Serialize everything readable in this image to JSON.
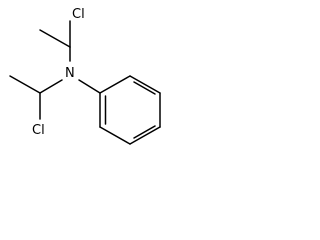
{
  "molecule": {
    "atoms": {
      "cl_top": "Cl",
      "nitrogen": "N",
      "cl_bottom": "Cl"
    },
    "colors": {
      "bond": "#000000",
      "label": "#000000",
      "background": "#ffffff"
    }
  }
}
